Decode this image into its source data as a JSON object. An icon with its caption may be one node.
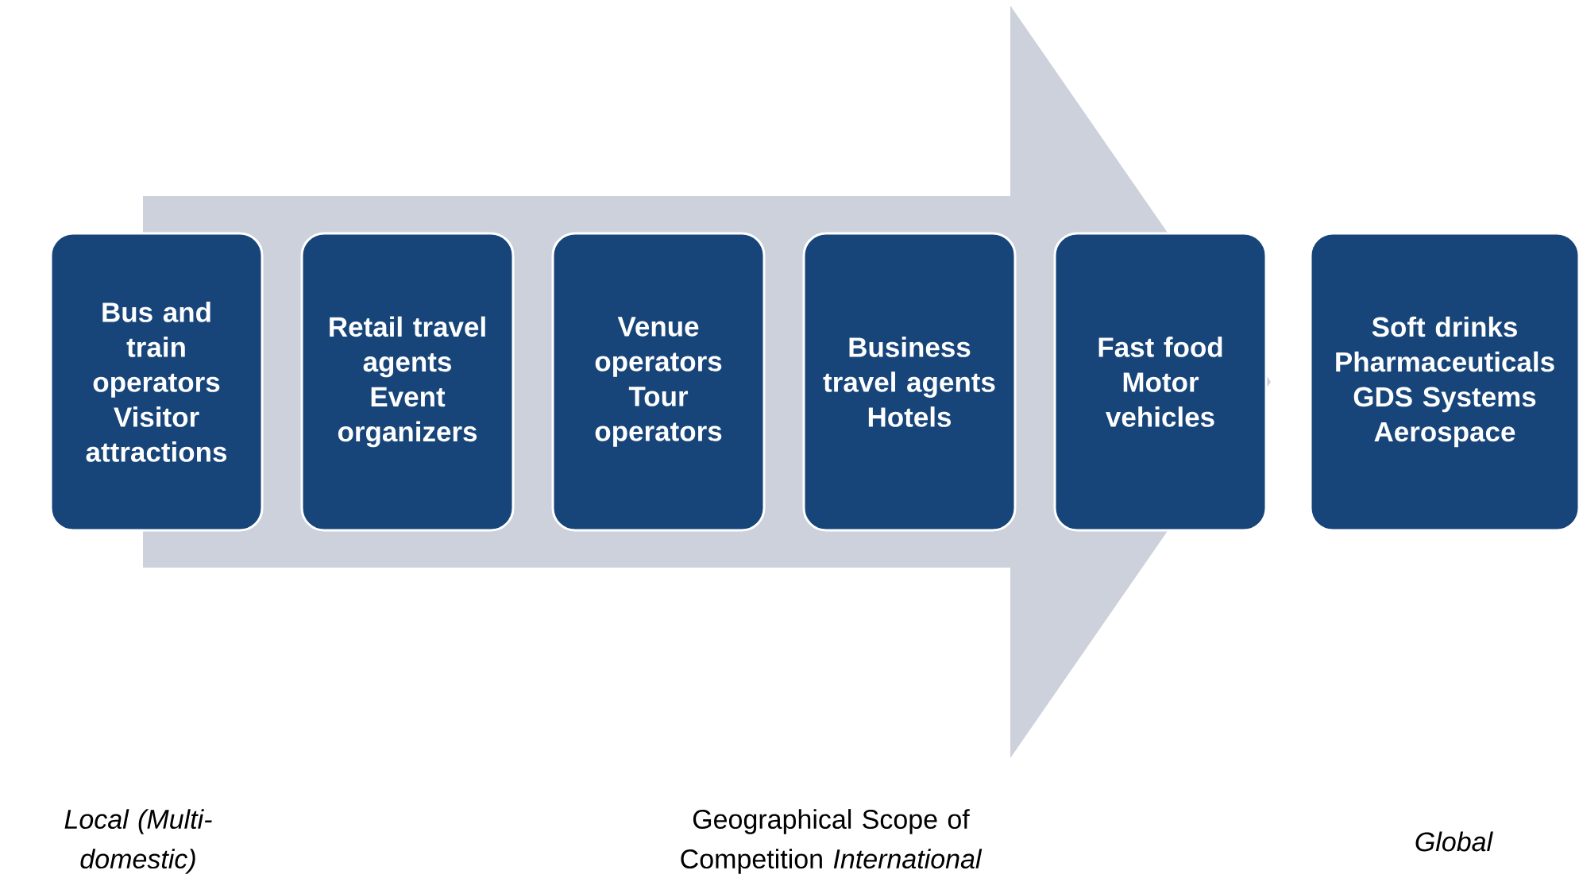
{
  "diagram": {
    "nodes": [
      {
        "text": [
          "Bus and train operators",
          "Visitor attractions"
        ]
      },
      {
        "text": [
          "Retail travel agents",
          "Event organizers"
        ]
      },
      {
        "text": [
          "Venue operators",
          "Tour operators"
        ]
      },
      {
        "text": [
          "Business travel agents",
          "Hotels"
        ]
      },
      {
        "text": [
          "Fast food",
          "Motor vehicles"
        ]
      },
      {
        "text": [
          "Soft drinks",
          "Pharmaceuticals",
          "GDS Systems",
          "Aerospace"
        ]
      }
    ],
    "edges": [
      {
        "from": 0,
        "to": 5,
        "arrow": "to"
      }
    ],
    "labels": [
      "Local (Multi-domestic)",
      "Geographical Scope of Competition *International*",
      "Global"
    ]
  }
}
